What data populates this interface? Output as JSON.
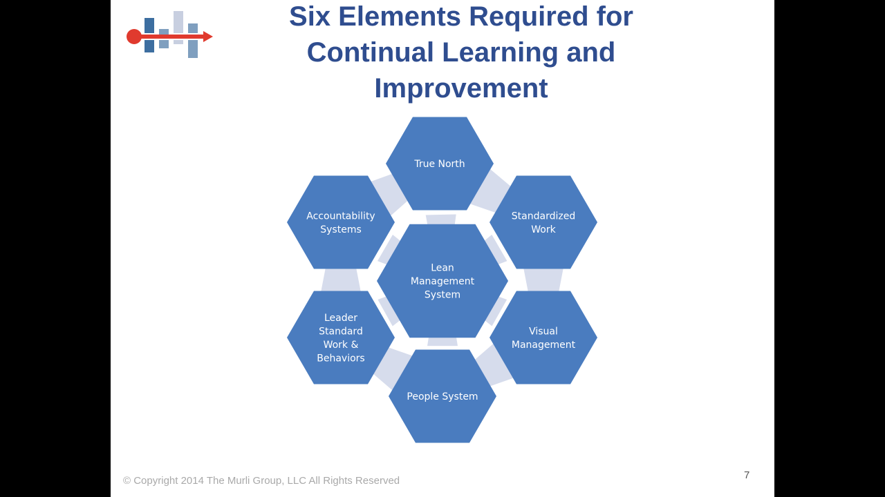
{
  "title": {
    "line1": "Six Elements Required for",
    "line2": "Continual Learning and",
    "line3": "Improvement"
  },
  "diagram": {
    "center": {
      "lines": [
        "Lean",
        "Management",
        "System"
      ]
    },
    "elements": [
      {
        "id": "true-north",
        "lines": [
          "True North"
        ]
      },
      {
        "id": "standardized-work",
        "lines": [
          "Standardized",
          "Work"
        ]
      },
      {
        "id": "visual-management",
        "lines": [
          "Visual",
          "Management"
        ]
      },
      {
        "id": "people-system",
        "lines": [
          "People System"
        ]
      },
      {
        "id": "leader-standard-work",
        "lines": [
          "Leader",
          "Standard",
          "Work &",
          "Behaviors"
        ]
      },
      {
        "id": "accountability-systems",
        "lines": [
          "Accountability",
          "Systems"
        ]
      }
    ],
    "colors": {
      "hex_fill": "#4a7cbf",
      "connector_fill": "#d6dcec",
      "title": "#2f4d8f"
    }
  },
  "footer": {
    "copyright": "© Copyright 2014 The Murli Group, LLC All Rights Reserved",
    "page_number": "7"
  },
  "logo": {
    "icon": "murli-group-logo"
  }
}
